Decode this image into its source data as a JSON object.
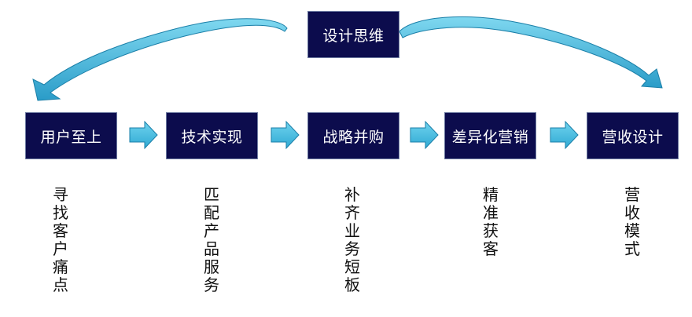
{
  "top": {
    "label": "设计思维"
  },
  "steps": [
    {
      "label": "用户至上",
      "detail": "寻找客户痛点"
    },
    {
      "label": "技术实现",
      "detail": "匹配产品服务"
    },
    {
      "label": "战略并购",
      "detail": "补齐业务短板"
    },
    {
      "label": "差异化营销",
      "detail": "精准获客"
    },
    {
      "label": "营收设计",
      "detail": "营收模式"
    }
  ],
  "colors": {
    "box_fill": "#0c0c4d",
    "box_border": "#6c7aa0",
    "arrow_light": "#6fd3ee",
    "arrow_mid": "#2fa9d3",
    "arrow_dark": "#1a7fa8",
    "text_dark": "#111111"
  },
  "icons": {
    "connector": "right-arrow-icon",
    "curve": "curved-arrow-icon"
  }
}
